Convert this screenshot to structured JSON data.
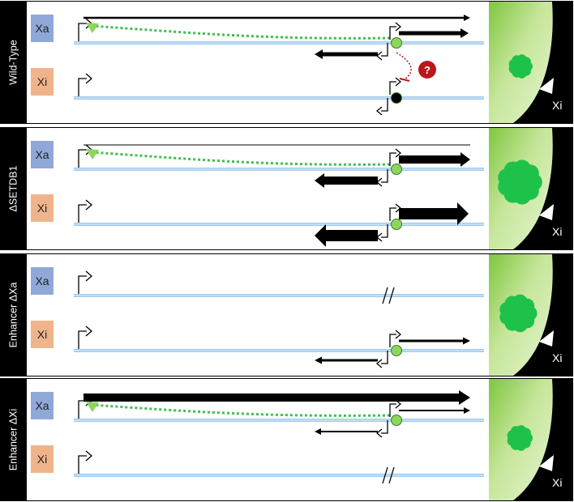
{
  "panels": [
    {
      "label": "Wild-Type",
      "top": {
        "label": "Xa"
      },
      "bottom": {
        "label": "Xi"
      },
      "nucleus_label": "Xi"
    },
    {
      "label": "ΔSETDB1",
      "top": {
        "label": "Xa"
      },
      "bottom": {
        "label": "Xi"
      },
      "nucleus_label": "Xi"
    },
    {
      "label": "Enhancer ΔXa",
      "top": {
        "label": "Xa"
      },
      "bottom": {
        "label": "Xi"
      },
      "nucleus_label": "Xi"
    },
    {
      "label": "Enhancer ΔXi",
      "top": {
        "label": "Xa"
      },
      "bottom": {
        "label": "Xi"
      },
      "nucleus_label": "Xi"
    }
  ],
  "question_mark": "?",
  "colors": {
    "xa_box": "#8fa8d8",
    "xi_box": "#f0b48c",
    "chromosome": "#9ec9ec",
    "enhancer": "#8cd65c",
    "loop": "#3fbf4f",
    "xi_cloud": "#1ec24a",
    "repressor": "#b8181c",
    "nucleus_green": "#9fd447"
  }
}
